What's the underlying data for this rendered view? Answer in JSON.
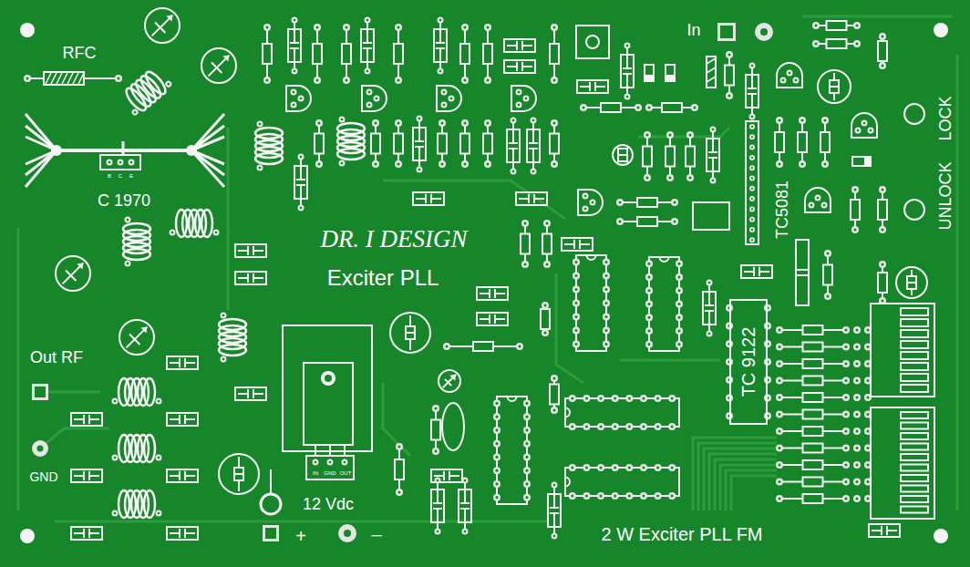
{
  "diagram": {
    "nodes": [
      {
        "text": [
          "TC 9122"
        ]
      }
    ],
    "labels": [
      "RFC",
      "B",
      "C",
      "E",
      "C 1970",
      "Out RF",
      "GND",
      "DR. I DESIGN",
      "Exciter PLL",
      "IN",
      "GND",
      "OUT",
      "12 Vdc",
      "+",
      "–",
      "In",
      "TC5081",
      "LOCK",
      "UNLOCK",
      "2 W Exciter PLL FM"
    ]
  }
}
